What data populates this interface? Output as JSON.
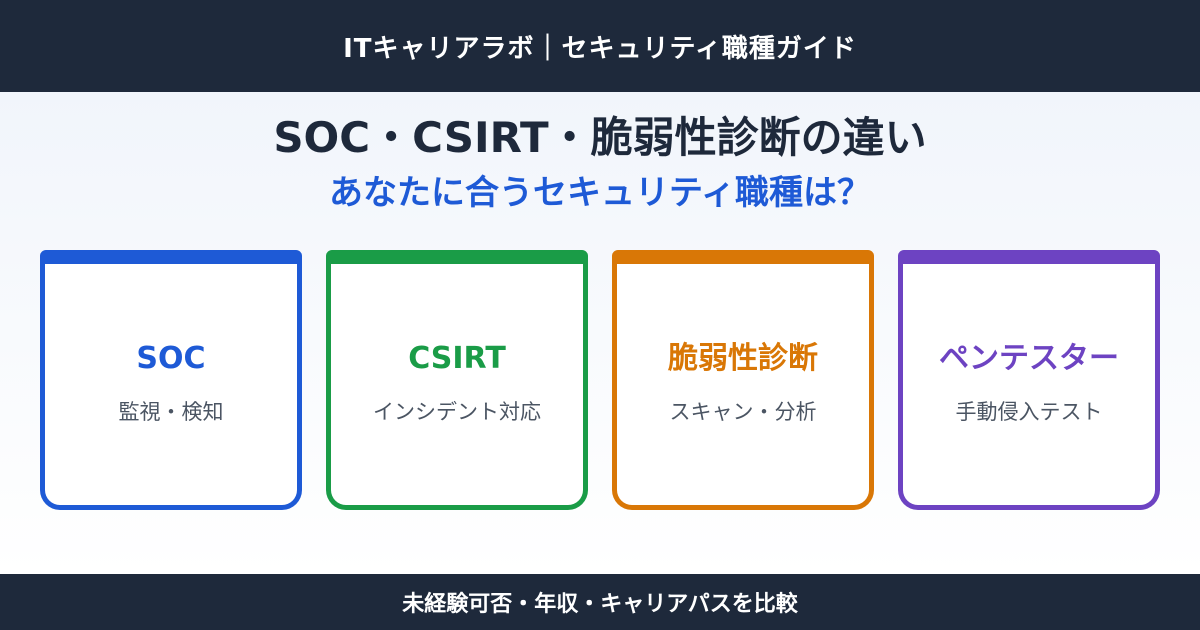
{
  "header": {
    "text": "ITキャリアラボ｜セキュリティ職種ガイド"
  },
  "headline": {
    "title": "SOC・CSIRT・脆弱性診断の違い",
    "subtitle": "あなたに合うセキュリティ職種は？"
  },
  "cards": [
    {
      "title": "SOC",
      "subtitle": "監視・検知",
      "color": "#1e5ad6"
    },
    {
      "title": "CSIRT",
      "subtitle": "インシデント対応",
      "color": "#1a9c47"
    },
    {
      "title": "脆弱性診断",
      "subtitle": "スキャン・分析",
      "color": "#d97706"
    },
    {
      "title": "ペンテスター",
      "subtitle": "手動侵入テスト",
      "color": "#6d43c2"
    }
  ],
  "footer": {
    "text": "未経験可否・年収・キャリアパスを比較"
  }
}
